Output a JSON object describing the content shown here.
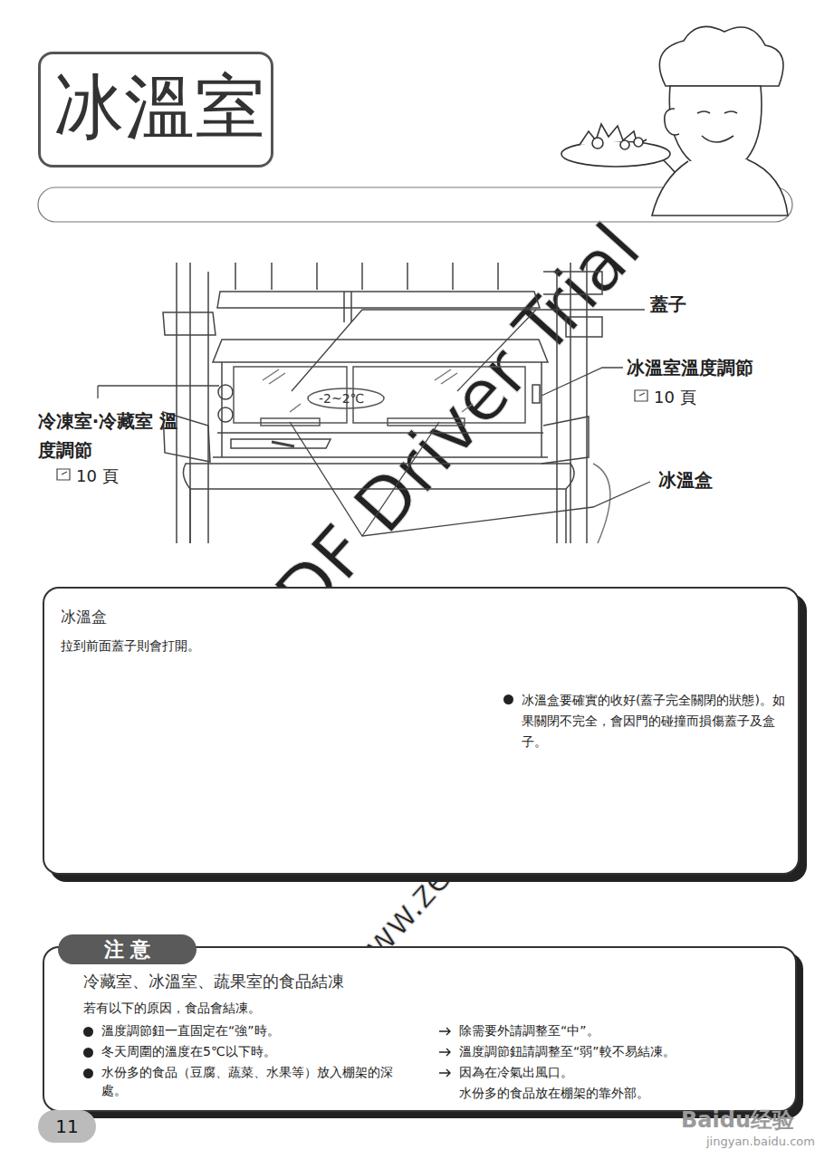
{
  "diagram": {
    "title": "冰溫室",
    "nodes": [
      {
        "text": [
          "冰溫盒",
          "拉到前面蓋子則會打開。",
          "冰溫盒要確實的收好(蓋子完全關閉的狀態)。如果關閉不完全，會因門的碰撞而損傷蓋子及盒子。"
        ]
      },
      {
        "text": [
          "冷藏室、冰溫室、蔬果室的食品結凍",
          "若有以下的原因，食品會結凍。",
          "溫度調節鈕一直固定在“強”時。",
          "除需要外請調整至“中”。",
          "冬天周圍的溫度在5℃以下時。",
          "溫度調節鈕請調整至“弱”較不易結凍。",
          "水份多的食品（豆腐、蔬菜、水果等）放入棚架的深處。",
          "因為在冷氣出風口。",
          "水份多的食品放在棚架的靠外部。"
        ]
      },
      {
        "text": [
          "注 意"
        ],
        "in": 1
      },
      {
        "text": [
          "11"
        ]
      }
    ],
    "labels": [
      "蓋子",
      "冰溫室溫度調節",
      "10 頁",
      "冷凍室‧冷藏室 溫度調節",
      "10 頁",
      "冰溫盒",
      "-2~2℃",
      "ZEON PDF Driver Trial",
      "www.zeon.com.tw",
      "Baidu经验",
      "jingyan.baidu.com"
    ]
  }
}
